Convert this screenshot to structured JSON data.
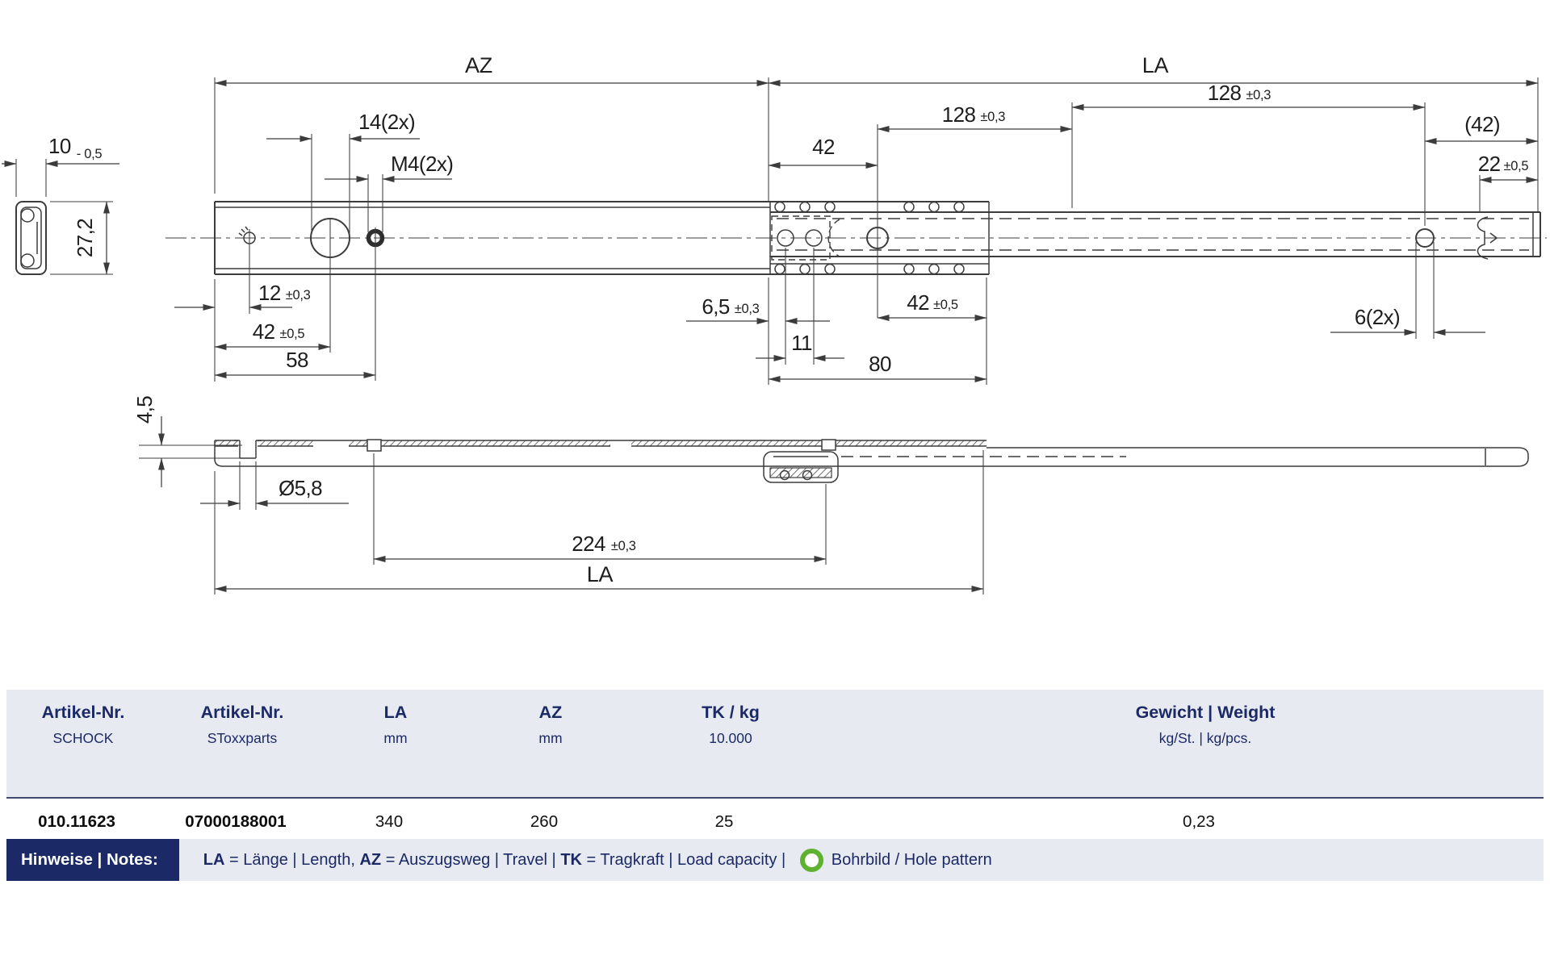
{
  "colors": {
    "navy": "#1b2a66",
    "band_bg": "#e8eaf1",
    "green": "#5fb130",
    "line": "#3c3c3c"
  },
  "top_view": {
    "az_label": "AZ",
    "la_label": "LA",
    "dims": {
      "d10": {
        "v": "10",
        "t": "- 0,5"
      },
      "d27_2": "27,2",
      "d14": "14(2x)",
      "m4": "M4(2x)",
      "d12": {
        "v": "12",
        "t": "±0,3"
      },
      "d42_left": {
        "v": "42",
        "t": "±0,5"
      },
      "d58": "58",
      "d42_mid": "42",
      "d128_inner": {
        "v": "128",
        "t": "±0,3"
      },
      "d128_outer": {
        "v": "128",
        "t": "±0,3"
      },
      "d42_paren": "(42)",
      "d22": {
        "v": "22",
        "t": "±0,5"
      },
      "d6_5": {
        "v": "6,5",
        "t": "±0,3"
      },
      "d11": "11",
      "d42_right": {
        "v": "42",
        "t": "±0,5"
      },
      "d80": "80",
      "d6": "6(2x)"
    }
  },
  "side_view": {
    "d4_5": "4,5",
    "d5_8": "Ø5,8",
    "d224": {
      "v": "224",
      "t": "±0,3"
    },
    "la_label": "LA"
  },
  "table": {
    "columns": [
      {
        "title": "Artikel-Nr.",
        "sub": "SCHOCK",
        "value": "010.11623"
      },
      {
        "title": "Artikel-Nr.",
        "sub": "SToxxparts",
        "value": "07000188001"
      },
      {
        "title": "LA",
        "sub": "mm",
        "value": "340"
      },
      {
        "title": "AZ",
        "sub": "mm",
        "value": "260"
      },
      {
        "title": "TK / kg",
        "sub": "10.000",
        "value": "25"
      },
      {
        "title": "Gewicht | Weight",
        "sub": "kg/St. | kg/pcs.",
        "value": "0,23"
      }
    ]
  },
  "notes": {
    "label": "Hinweise | Notes:",
    "items": [
      {
        "key": "LA",
        "text": " = Länge | Length, "
      },
      {
        "key": "AZ",
        "text": " = Auszugsweg | Travel | "
      },
      {
        "key": "TK",
        "text": " = Tragkraft | Load capacity | "
      }
    ],
    "hole_pattern": "Bohrbild / Hole pattern"
  }
}
